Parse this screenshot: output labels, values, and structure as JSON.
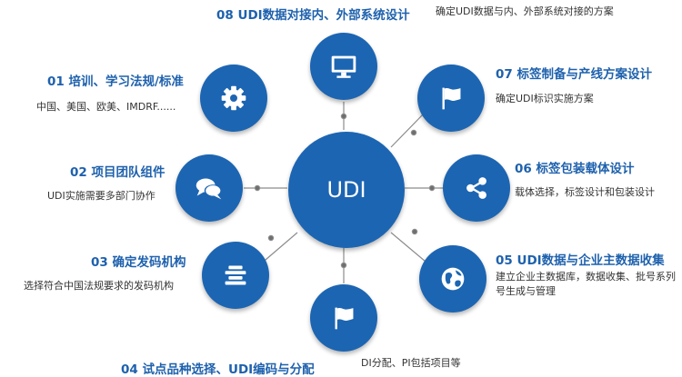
{
  "diagram": {
    "center_label": "UDI",
    "nodes": [
      {
        "id": "01",
        "title": "01 培训、学习法规/标准",
        "desc": "中国、美国、欧美、IMDRF......",
        "icon": "gear-icon"
      },
      {
        "id": "02",
        "title": "02 项目团队组件",
        "desc": "UDI实施需要多部门协作",
        "icon": "chat-bubbles-icon"
      },
      {
        "id": "03",
        "title": "03 确定发码机构",
        "desc": "选择符合中国法规要求的发码机构",
        "icon": "stacked-bars-icon"
      },
      {
        "id": "04",
        "title": "04 试点品种选择、UDI编码与分配",
        "desc": "DI分配、PI包括项目等",
        "icon": "flag-icon"
      },
      {
        "id": "05",
        "title": "05 UDI数据与企业主数据收集",
        "desc": "建立企业主数据库，数据收集、批号系列号生成与管理",
        "icon": "globe-icon"
      },
      {
        "id": "06",
        "title": "06 标签包装载体设计",
        "desc": "载体选择，标签设计和包装设计",
        "icon": "share-icon"
      },
      {
        "id": "07",
        "title": "07 标签制备与产线方案设计",
        "desc": "确定UDI标识实施方案",
        "icon": "flag-icon"
      },
      {
        "id": "08",
        "title": "08 UDI数据对接内、外部系统设计",
        "desc": "确定UDI数据与内、外部系统对接的方案",
        "icon": "monitor-icon"
      }
    ]
  },
  "colors": {
    "accent": "#1c65b2",
    "title": "#1e61ad",
    "text": "#333333",
    "connector": "#8a8a8a"
  }
}
